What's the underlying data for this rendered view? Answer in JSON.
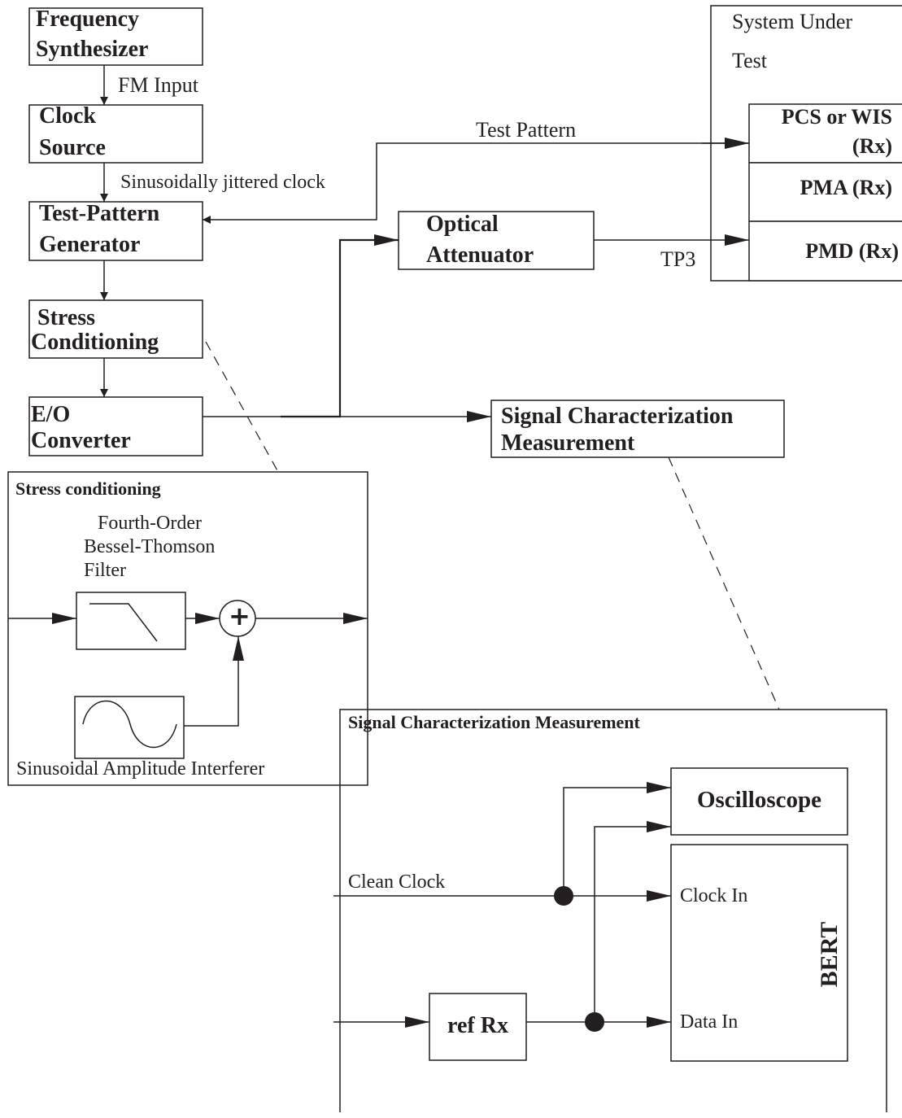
{
  "blocks": {
    "frequency_synthesizer": [
      "Frequency",
      "Synthesizer"
    ],
    "clock_source": [
      "Clock",
      "Source"
    ],
    "test_pattern_generator": [
      "Test-Pattern",
      "Generator"
    ],
    "stress_conditioning": [
      "Stress",
      "Conditioning"
    ],
    "eo_converter": [
      "E/O",
      "Converter"
    ],
    "optical_attenuator": [
      "Optical",
      "Attenuator"
    ],
    "signal_characterization": [
      "Signal Characterization",
      "Measurement"
    ]
  },
  "system_under_test": {
    "title": [
      "System Under",
      "Test"
    ],
    "pcs_or_wis": [
      "PCS or WIS",
      "(Rx)"
    ],
    "pma": "PMA (Rx)",
    "pmd": "PMD (Rx)"
  },
  "connections": {
    "fm_input": "FM Input",
    "jittered_clock": "Sinusoidally jittered clock",
    "test_pattern": "Test Pattern",
    "tp3": "TP3"
  },
  "stress_detail": {
    "title": "Stress conditioning",
    "filter": [
      "Fourth-Order",
      "Bessel-Thomson",
      "Filter"
    ],
    "interferer": "Sinusoidal Amplitude Interferer",
    "summer_symbol": "+"
  },
  "measurement_detail": {
    "title": "Signal Characterization Measurement",
    "oscilloscope": "Oscilloscope",
    "bert": "BERT",
    "clock_in": "Clock In",
    "data_in": "Data In",
    "clean_clock": "Clean Clock",
    "ref_rx": "ref Rx"
  },
  "colors": {
    "ink": "#231f20",
    "background": "#ffffff"
  }
}
